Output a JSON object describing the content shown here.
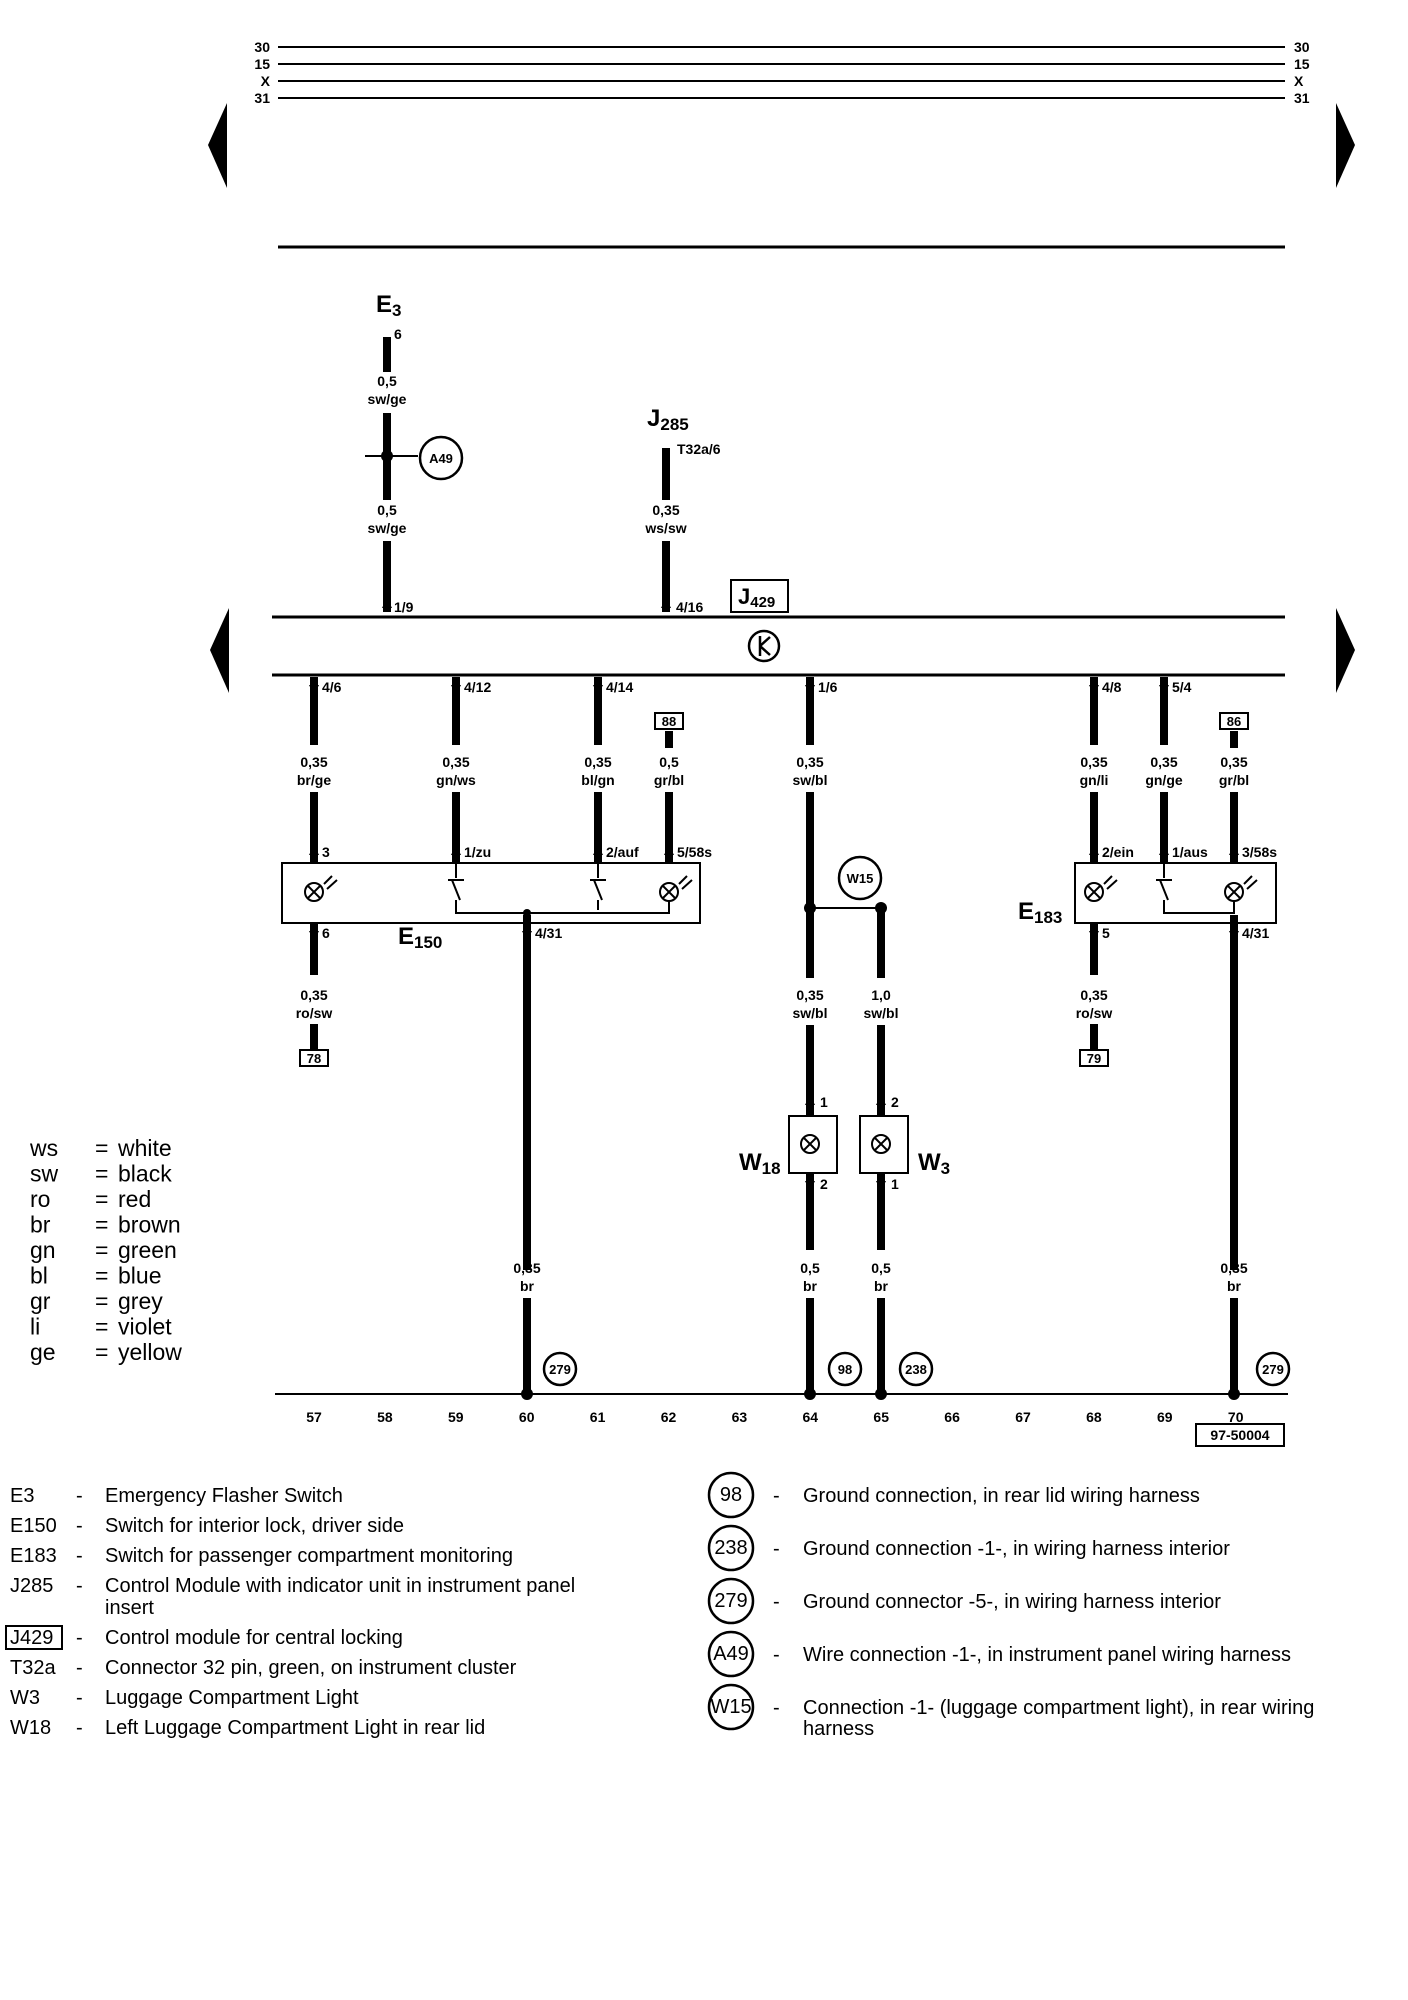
{
  "bus_lines": [
    "30",
    "15",
    "X",
    "31"
  ],
  "components": {
    "E3": {
      "name": "E",
      "sub": "3",
      "pin": "6"
    },
    "J285": {
      "name": "J",
      "sub": "285",
      "pin": "T32a/6"
    },
    "J429": {
      "name": "J",
      "sub": "429"
    },
    "E150": {
      "name": "E",
      "sub": "150"
    },
    "E183": {
      "name": "E",
      "sub": "183"
    },
    "W18": {
      "name": "W",
      "sub": "18"
    },
    "W3": {
      "name": "W",
      "sub": "3"
    }
  },
  "wires": {
    "e3_top": {
      "size": "0,5",
      "color": "sw/ge"
    },
    "e3_bottom": {
      "size": "0,5",
      "color": "sw/ge"
    },
    "j285": {
      "size": "0,35",
      "color": "ws/sw"
    },
    "w1_top": {
      "size": "0,35",
      "color": "br/ge"
    },
    "w2_top": {
      "size": "0,35",
      "color": "gn/ws"
    },
    "w3_top": {
      "size": "0,35",
      "color": "bl/gn"
    },
    "w4_top": {
      "size": "0,5",
      "color": "gr/bl"
    },
    "w5_top": {
      "size": "0,35",
      "color": "sw/bl"
    },
    "w6_top": {
      "size": "0,35",
      "color": "gn/li"
    },
    "w7_top": {
      "size": "0,35",
      "color": "gn/ge"
    },
    "w8_top": {
      "size": "0,35",
      "color": "gr/bl"
    },
    "w1_bot": {
      "size": "0,35",
      "color": "ro/sw"
    },
    "w5_mid": {
      "size": "0,35",
      "color": "sw/bl"
    },
    "w15_branch": {
      "size": "1,0",
      "color": "sw/bl"
    },
    "w6_bot": {
      "size": "0,35",
      "color": "ro/sw"
    },
    "g60": {
      "size": "0,35",
      "color": "br"
    },
    "g64": {
      "size": "0,5",
      "color": "br"
    },
    "g65": {
      "size": "0,5",
      "color": "br"
    },
    "g70": {
      "size": "0,35",
      "color": "br"
    }
  },
  "pins": {
    "e3_j429": "1/9",
    "j285_j429": "4/16",
    "p46": "4/6",
    "p412": "4/12",
    "p414": "4/14",
    "p16": "1/6",
    "p48": "4/8",
    "p54": "5/4",
    "e150_3": "3",
    "e150_1zu": "1/zu",
    "e150_2auf": "2/auf",
    "e150_558s": "5/58s",
    "e150_6": "6",
    "e150_431": "4/31",
    "e183_2ein": "2/ein",
    "e183_1aus": "1/aus",
    "e183_358s": "3/58s",
    "e183_5": "5",
    "e183_431": "4/31",
    "w18_1": "1",
    "w18_2": "2",
    "w3_2": "2",
    "w3_1": "1"
  },
  "connections": {
    "c78": "78",
    "c79": "79",
    "c88": "88",
    "c86": "86"
  },
  "circles": {
    "A49": "A49",
    "W15": "W15",
    "g279a": "279",
    "g98": "98",
    "g238": "238",
    "g279b": "279"
  },
  "current_tracks": [
    "57",
    "58",
    "59",
    "60",
    "61",
    "62",
    "63",
    "64",
    "65",
    "66",
    "67",
    "68",
    "69",
    "70"
  ],
  "figure_code": "97-50004",
  "color_legend": [
    {
      "code": "ws",
      "name": "white"
    },
    {
      "code": "sw",
      "name": "black"
    },
    {
      "code": "ro",
      "name": "red"
    },
    {
      "code": "br",
      "name": "brown"
    },
    {
      "code": "gn",
      "name": "green"
    },
    {
      "code": "bl",
      "name": "blue"
    },
    {
      "code": "gr",
      "name": "grey"
    },
    {
      "code": "li",
      "name": "violet"
    },
    {
      "code": "ge",
      "name": "yellow"
    }
  ],
  "component_list": [
    {
      "code": "E3",
      "desc": "Emergency Flasher Switch"
    },
    {
      "code": "E150",
      "desc": "Switch for interior lock, driver side"
    },
    {
      "code": "E183",
      "desc": "Switch for passenger compartment monitoring"
    },
    {
      "code": "J285",
      "desc": "Control Module with indicator unit in instrument panel",
      "desc2": "insert"
    },
    {
      "code": "J429",
      "desc": "Control module for central locking"
    },
    {
      "code": "T32a",
      "desc": "Connector 32 pin, green, on instrument cluster"
    },
    {
      "code": "W3",
      "desc": "Luggage Compartment Light"
    },
    {
      "code": "W18",
      "desc": "Left Luggage Compartment Light in rear lid"
    }
  ],
  "ground_list": [
    {
      "code": "98",
      "desc": "Ground connection, in rear lid wiring harness"
    },
    {
      "code": "238",
      "desc": "Ground connection -1-, in wiring harness interior"
    },
    {
      "code": "279",
      "desc": "Ground connector -5-, in wiring harness interior"
    },
    {
      "code": "A49",
      "desc": "Wire connection -1-, in instrument panel wiring harness"
    },
    {
      "code": "W15",
      "desc": "Connection -1- (luggage compartment light), in rear wiring",
      "desc2": "harness"
    }
  ],
  "dash": "-"
}
